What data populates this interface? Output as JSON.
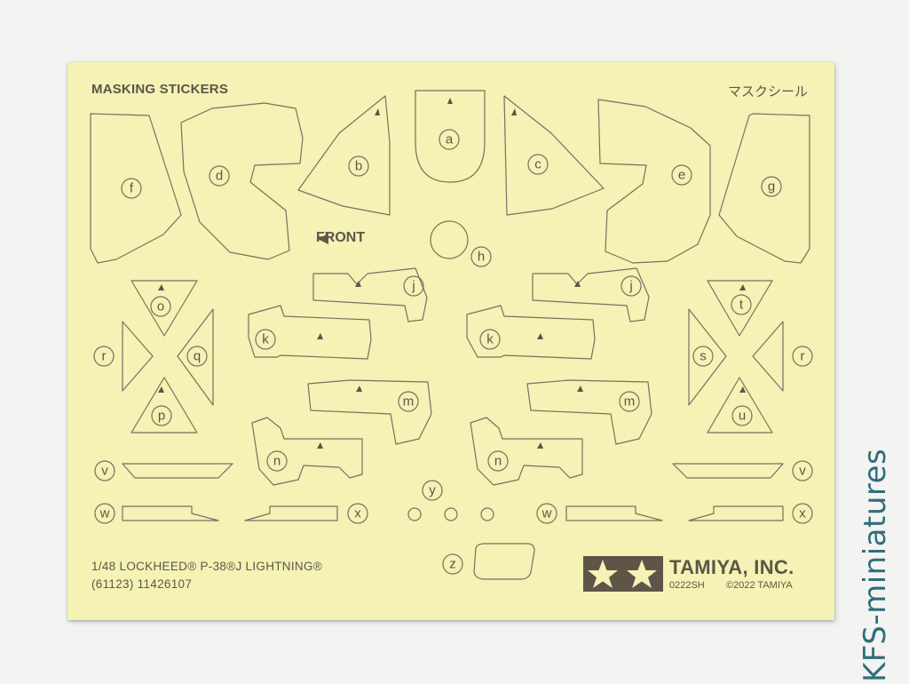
{
  "sheet": {
    "title": "MASKING STICKERS",
    "title_jp": "マスクシール",
    "direction_label": "FRONT",
    "product_line1": "1/48 LOCKHEED® P-38®J LIGHTNING®",
    "product_line2": "(61123) 11426107",
    "brand": "TAMIYA, INC.",
    "code": "0222SH",
    "copyright": "©2022 TAMIYA"
  },
  "labels": {
    "a": "a",
    "b": "b",
    "c": "c",
    "d": "d",
    "e": "e",
    "f": "f",
    "g": "g",
    "h": "h",
    "j": "j",
    "k": "k",
    "m": "m",
    "n": "n",
    "o": "o",
    "p": "p",
    "q": "q",
    "r": "r",
    "s": "s",
    "t": "t",
    "u": "u",
    "v": "v",
    "w": "w",
    "x": "x",
    "y": "y",
    "z": "z"
  },
  "watermark": "KFS-miniatures",
  "colors": {
    "sheet": "#f4f2b4",
    "outline": "#7a6f62",
    "ink": "#5e5548",
    "watermark": "#2f6e7a",
    "background": "#f3f3f1"
  }
}
